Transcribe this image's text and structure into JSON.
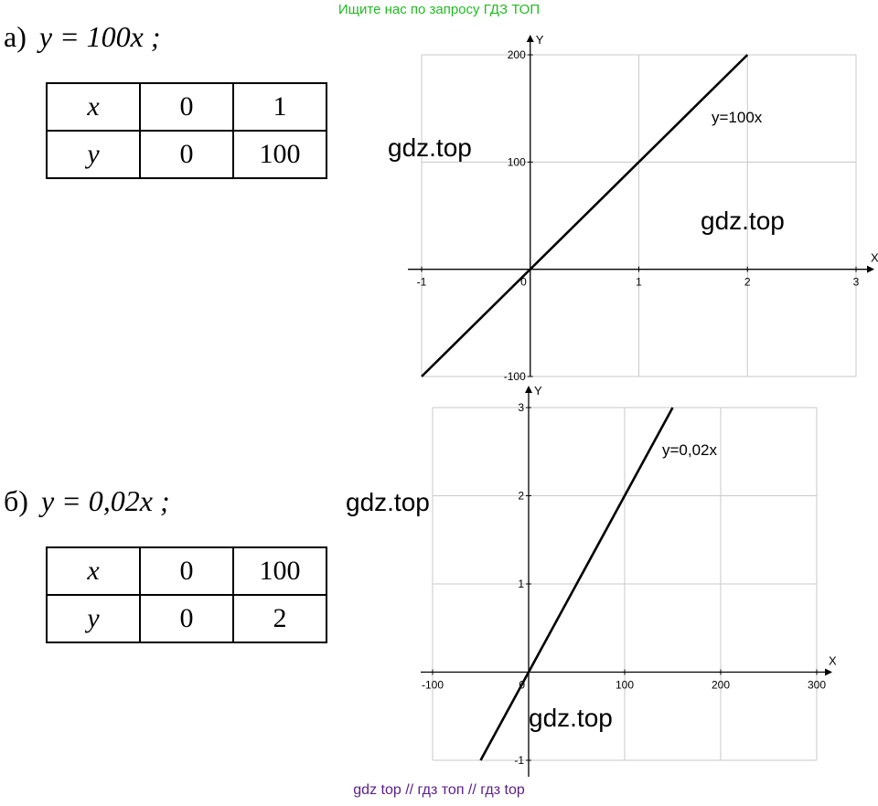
{
  "banners": {
    "top": "Ищите нас по запросу ГДЗ ТОП",
    "bottom": "gdz top // гдз топ // гдз top"
  },
  "watermarks": [
    "gdz.top",
    "gdz.top",
    "gdz.top",
    "gdz.top"
  ],
  "task_a": {
    "letter": "а)",
    "equation": "y = 100x ;",
    "table": {
      "x_label": "x",
      "y_label": "y",
      "x_values": [
        "0",
        "1"
      ],
      "y_values": [
        "0",
        "100"
      ]
    }
  },
  "task_b": {
    "letter": "б)",
    "equation": "y = 0,02x ;",
    "table": {
      "x_label": "x",
      "y_label": "y",
      "x_values": [
        "0",
        "100"
      ],
      "y_values": [
        "0",
        "2"
      ]
    }
  },
  "chart_data": [
    {
      "type": "line",
      "xlabel": "X",
      "ylabel": "Y",
      "xlim": [
        -1,
        3
      ],
      "ylim": [
        -100,
        200
      ],
      "x_ticks": [
        -1,
        0,
        1,
        2,
        3
      ],
      "y_ticks": [
        -100,
        100,
        200
      ],
      "x_tick_labels": [
        "-1",
        "0",
        "1",
        "2",
        "3"
      ],
      "y_tick_labels": [
        "-100",
        "100",
        "200"
      ],
      "grid": true,
      "series": [
        {
          "name": "y=100x",
          "x": [
            -1,
            2
          ],
          "y": [
            -100,
            200
          ]
        }
      ]
    },
    {
      "type": "line",
      "xlabel": "X",
      "ylabel": "Y",
      "xlim": [
        -100,
        300
      ],
      "ylim": [
        -1,
        3
      ],
      "x_ticks": [
        -100,
        0,
        100,
        200,
        300
      ],
      "y_ticks": [
        -1,
        1,
        2,
        3
      ],
      "x_tick_labels": [
        "-100",
        "0",
        "100",
        "200",
        "300"
      ],
      "y_tick_labels": [
        "-1",
        "1",
        "2",
        "3"
      ],
      "grid": true,
      "series": [
        {
          "name": "y=0,02x",
          "x": [
            -50,
            150
          ],
          "y": [
            -1,
            3
          ]
        }
      ]
    }
  ]
}
